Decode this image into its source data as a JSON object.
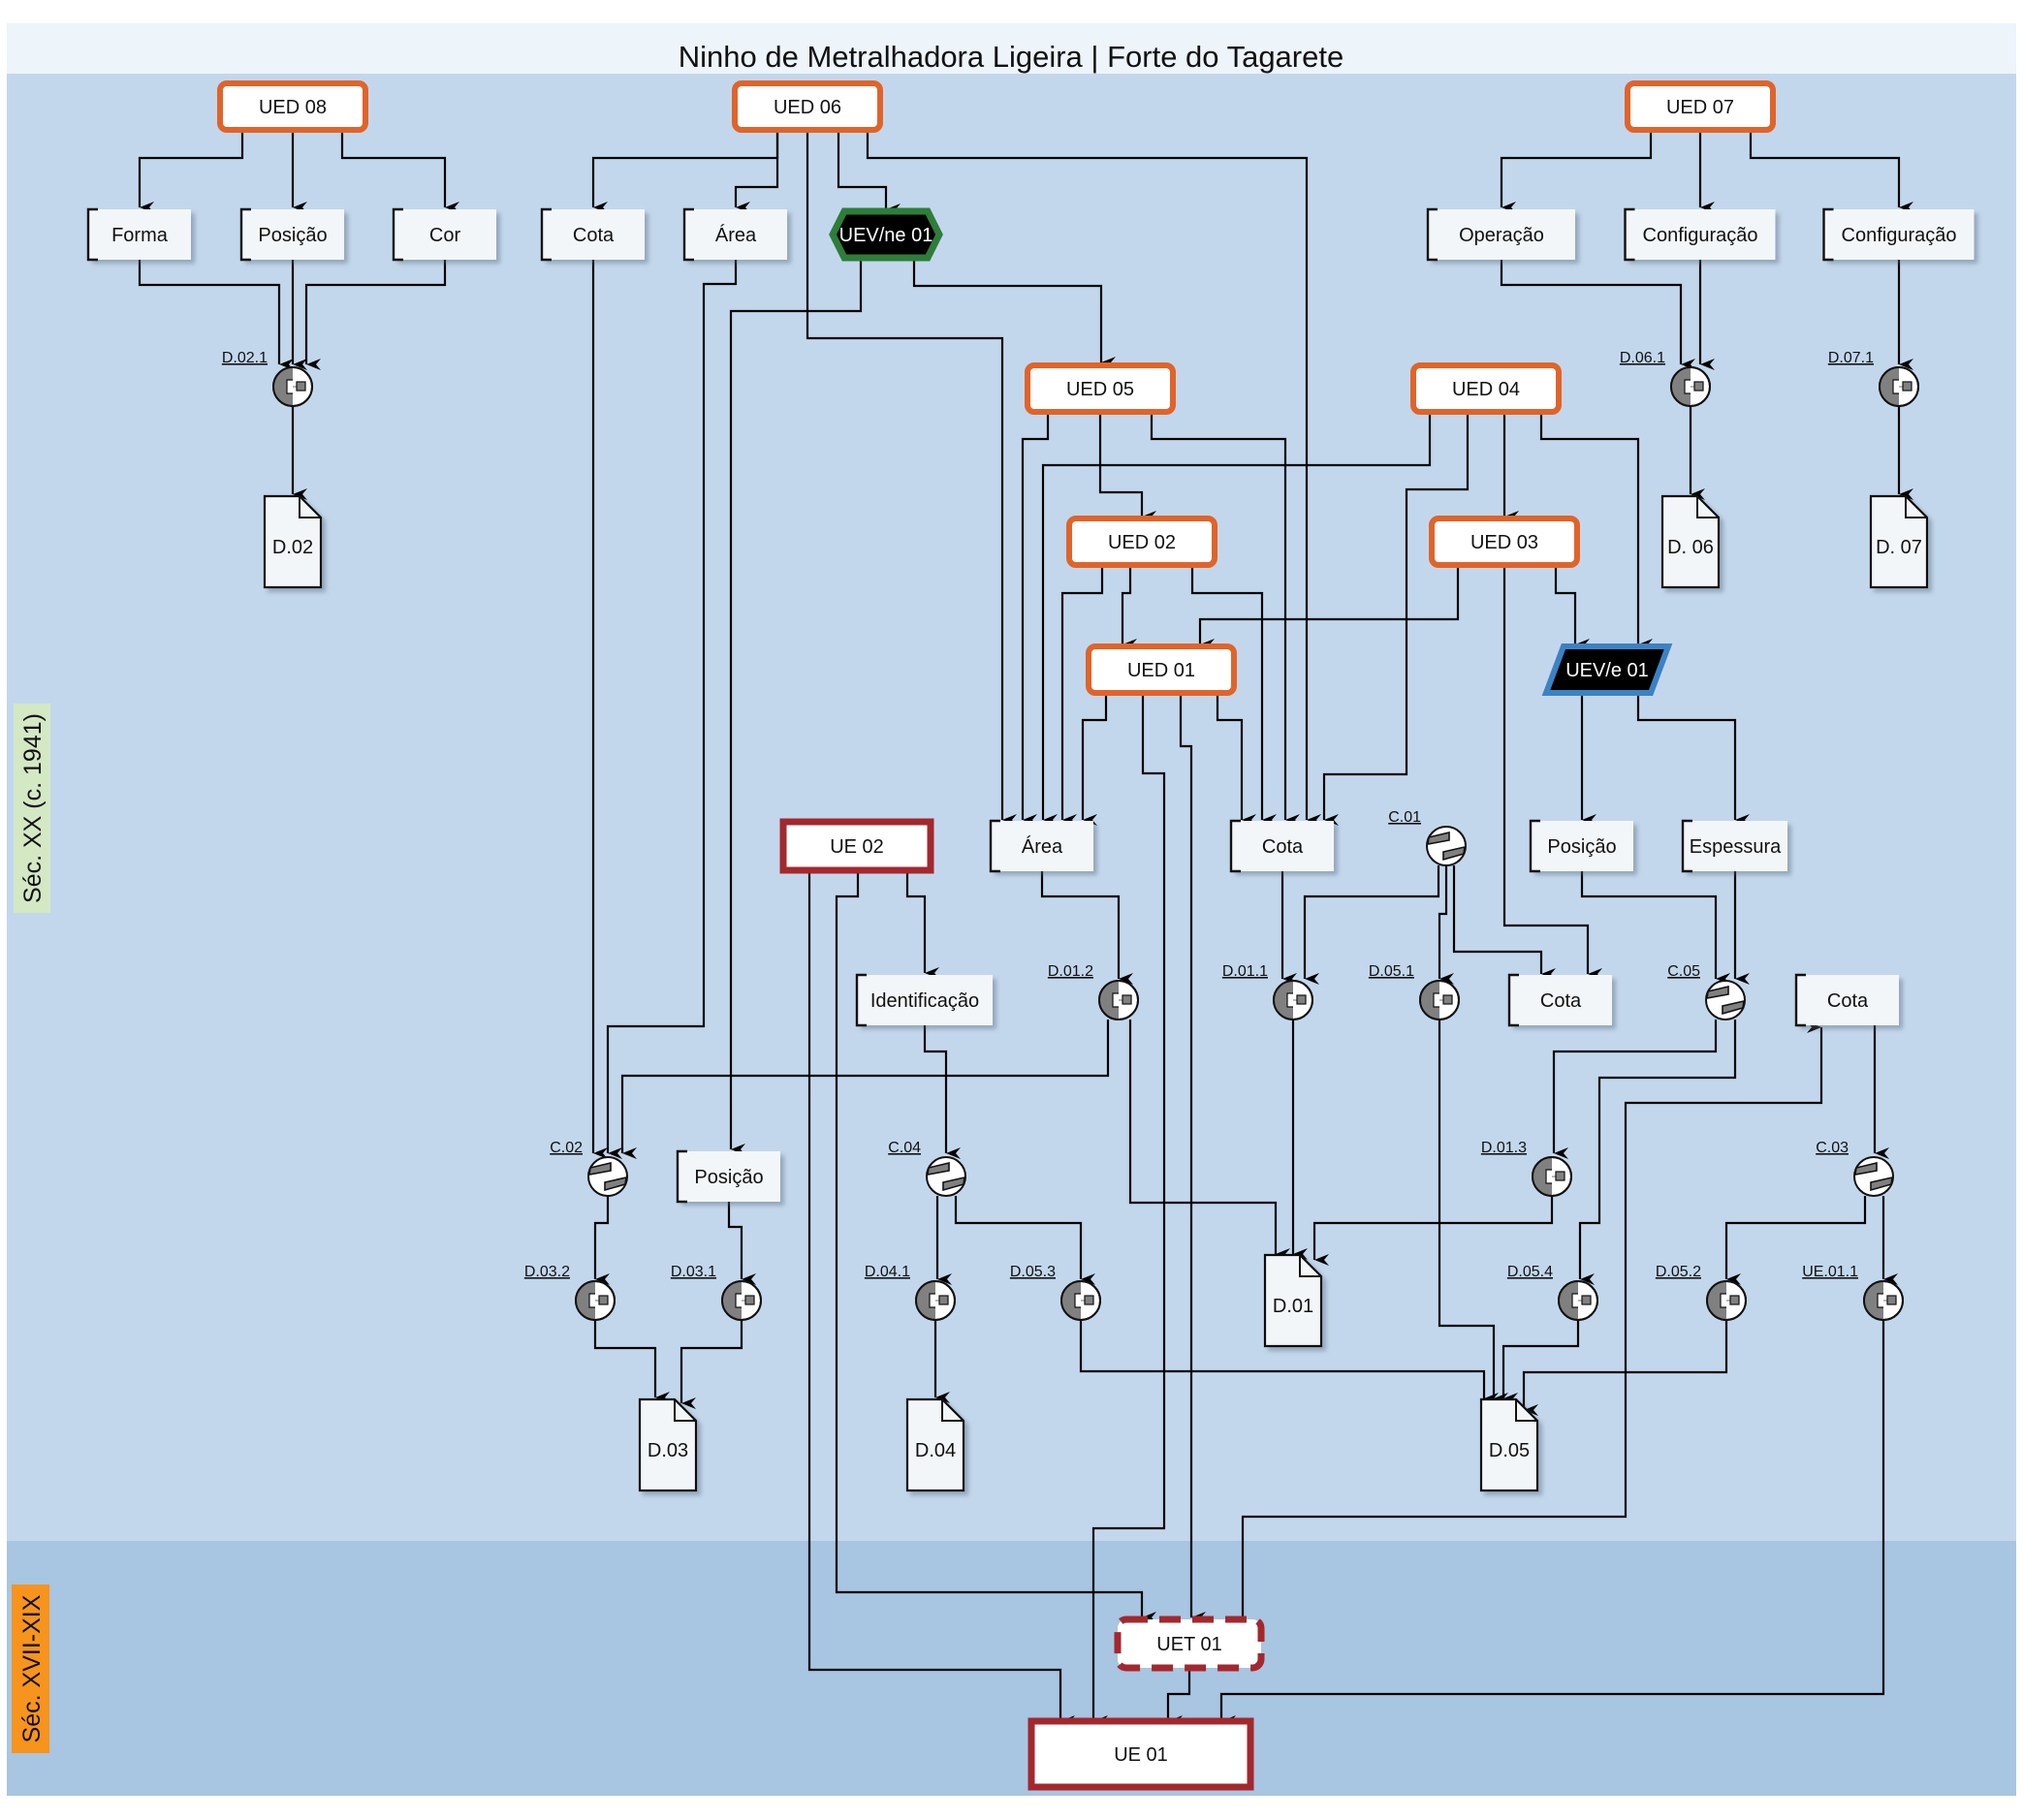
{
  "title": "Ninho de Metralhadora Ligeira | Forte do Tagarete",
  "periods": [
    {
      "id": "upper",
      "label": "Séc. XX (c. 1941)",
      "color": "#d4e8c4"
    },
    {
      "id": "lower",
      "label": "Séc. XVII-XIX",
      "color": "#f7941d"
    }
  ],
  "colors": {
    "ued_border": "#e0642a",
    "ue_border": "#a3282d",
    "uev_ne_border": "#2e7d3a",
    "uev_e_border": "#3b82c4",
    "upper_region": "#c3d7ec",
    "lower_region": "#a8c5e1"
  },
  "nodes": {
    "ued08": {
      "label": "UED 08",
      "type": "ued"
    },
    "ued06": {
      "label": "UED 06",
      "type": "ued"
    },
    "ued07": {
      "label": "UED 07",
      "type": "ued"
    },
    "ued05": {
      "label": "UED 05",
      "type": "ued"
    },
    "ued04": {
      "label": "UED 04",
      "type": "ued"
    },
    "ued02": {
      "label": "UED 02",
      "type": "ued"
    },
    "ued03": {
      "label": "UED 03",
      "type": "ued"
    },
    "ued01": {
      "label": "UED 01",
      "type": "ued"
    },
    "uev_ne01": {
      "label": "UEV/ne 01",
      "type": "uev-ne"
    },
    "uev_e01": {
      "label": "UEV/e 01",
      "type": "uev-e"
    },
    "ue02": {
      "label": "UE 02",
      "type": "ue"
    },
    "uet01": {
      "label": "UET 01",
      "type": "uet"
    },
    "ue01": {
      "label": "UE 01",
      "type": "ue"
    },
    "a_forma": {
      "label": "Forma",
      "type": "attribute"
    },
    "a_posicao1": {
      "label": "Posição",
      "type": "attribute"
    },
    "a_cor": {
      "label": "Cor",
      "type": "attribute"
    },
    "a_cota1": {
      "label": "Cota",
      "type": "attribute"
    },
    "a_area1": {
      "label": "Área",
      "type": "attribute"
    },
    "a_operacao": {
      "label": "Operação",
      "type": "attribute"
    },
    "a_config1": {
      "label": "Configuração",
      "type": "attribute"
    },
    "a_config2": {
      "label": "Configuração",
      "type": "attribute"
    },
    "a_area2": {
      "label": "Área",
      "type": "attribute"
    },
    "a_cota2": {
      "label": "Cota",
      "type": "attribute"
    },
    "a_posicao2": {
      "label": "Posição",
      "type": "attribute"
    },
    "a_espessura": {
      "label": "Espessura",
      "type": "attribute"
    },
    "a_identificacao": {
      "label": "Identificação",
      "type": "attribute"
    },
    "a_cota3": {
      "label": "Cota",
      "type": "attribute"
    },
    "a_cota4": {
      "label": "Cota",
      "type": "attribute"
    },
    "a_posicao3": {
      "label": "Posição",
      "type": "attribute"
    },
    "d02_1": {
      "label": "D.02.1",
      "type": "record"
    },
    "d06_1": {
      "label": "D.06.1",
      "type": "record"
    },
    "d07_1": {
      "label": "D.07.1",
      "type": "record"
    },
    "d01_2": {
      "label": "D.01.2",
      "type": "record"
    },
    "d01_1": {
      "label": "D.01.1",
      "type": "record"
    },
    "d05_1": {
      "label": "D.05.1",
      "type": "record"
    },
    "d01_3": {
      "label": "D.01.3",
      "type": "record"
    },
    "d03_2": {
      "label": "D.03.2",
      "type": "record"
    },
    "d03_1": {
      "label": "D.03.1",
      "type": "record"
    },
    "d04_1": {
      "label": "D.04.1",
      "type": "record"
    },
    "d05_3": {
      "label": "D.05.3",
      "type": "record"
    },
    "d05_4": {
      "label": "D.05.4",
      "type": "record"
    },
    "d05_2": {
      "label": "D.05.2",
      "type": "record"
    },
    "ue01_1": {
      "label": "UE.01.1",
      "type": "record"
    },
    "c01": {
      "label": "C.01",
      "type": "conversion"
    },
    "c02": {
      "label": "C.02",
      "type": "conversion"
    },
    "c03": {
      "label": "C.03",
      "type": "conversion"
    },
    "c04": {
      "label": "C.04",
      "type": "conversion"
    },
    "c05": {
      "label": "C.05",
      "type": "conversion"
    },
    "doc_d02": {
      "label": "D.02",
      "type": "document"
    },
    "doc_d06": {
      "label": "D. 06",
      "type": "document"
    },
    "doc_d07": {
      "label": "D. 07",
      "type": "document"
    },
    "doc_d01": {
      "label": "D.01",
      "type": "document"
    },
    "doc_d03": {
      "label": "D.03",
      "type": "document"
    },
    "doc_d04": {
      "label": "D.04",
      "type": "document"
    },
    "doc_d05": {
      "label": "D.05",
      "type": "document"
    }
  }
}
